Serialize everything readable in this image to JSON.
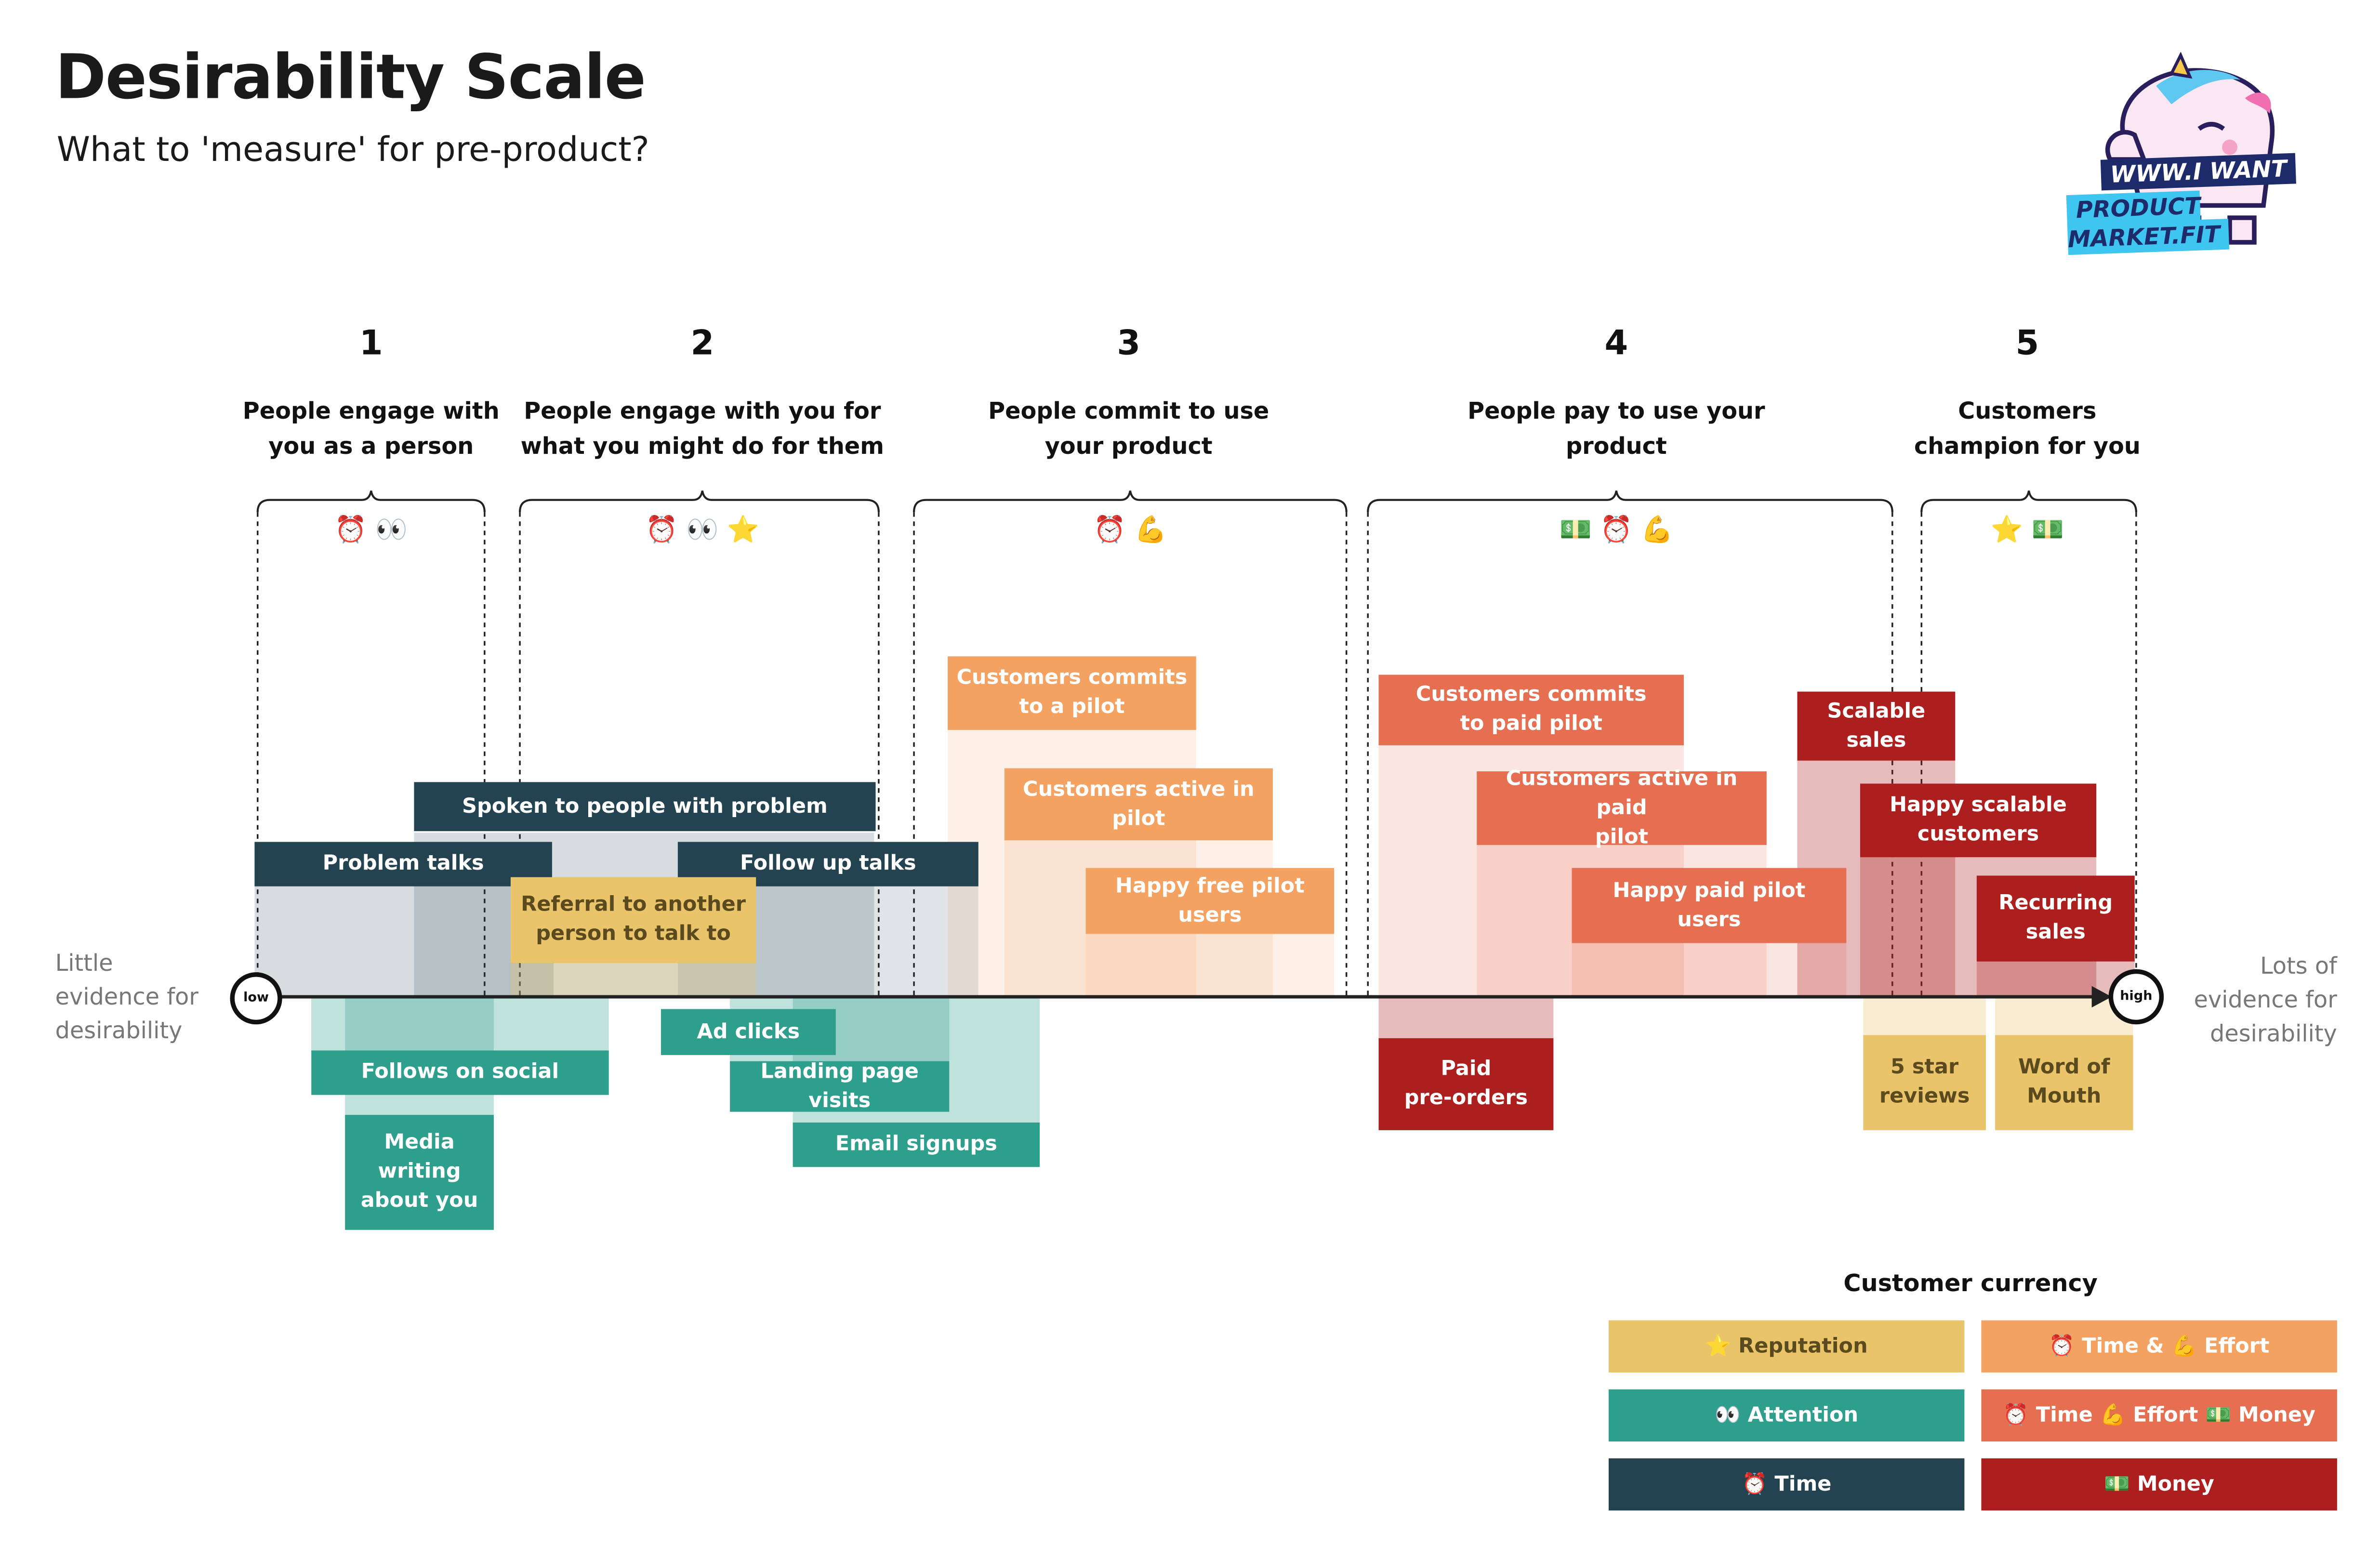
{
  "header": {
    "title": "Desirability Scale",
    "subtitle": "What to 'measure' for pre-product?"
  },
  "logo": {
    "line1": "WWW.I WANT",
    "line2": "PRODUCT MARKET.FIT",
    "icon": "unicorn-icon"
  },
  "stages": [
    {
      "number": "1",
      "label_line1": "People engage with",
      "label_line2": "you as a person",
      "icons": "⏰ 👀"
    },
    {
      "number": "2",
      "label_line1": "People engage with you for",
      "label_line2": "what you might do for them",
      "icons": "⏰ 👀 ⭐"
    },
    {
      "number": "3",
      "label_line1": "People commit to use",
      "label_line2": "your product",
      "icons": "⏰ 💪"
    },
    {
      "number": "4",
      "label_line1": "People pay to use your",
      "label_line2": "product",
      "icons": "💵 ⏰ 💪"
    },
    {
      "number": "5",
      "label_line1": "Customers",
      "label_line2": "champion for you",
      "icons": "⭐ 💵"
    }
  ],
  "axis": {
    "left_line1": "Little",
    "left_line2": "evidence for",
    "left_line3": "desirability",
    "right_line1": "Lots of",
    "right_line2": "evidence for",
    "right_line3": "desirability",
    "low": "low",
    "high": "high"
  },
  "activities": {
    "problem_talks": "Problem talks",
    "spoken_to_people": "Spoken to people with problem",
    "follow_up_talks": "Follow up talks",
    "referral_line1": "Referral to another",
    "referral_line2": "person to talk to",
    "follows_on_social": "Follows on social",
    "media_line1": "Media",
    "media_line2": "writing",
    "media_line3": "about you",
    "ad_clicks": "Ad clicks",
    "landing_page_visits": "Landing page visits",
    "email_signups": "Email signups",
    "commits_pilot_line1": "Customers commits",
    "commits_pilot_line2": "to a pilot",
    "active_pilot_line1": "Customers active in",
    "active_pilot_line2": "pilot",
    "happy_free_pilot": "Happy free pilot users",
    "commits_paid_line1": "Customers commits",
    "commits_paid_line2": "to paid pilot",
    "active_paid_line1": "Customers active in paid",
    "active_paid_line2": "pilot",
    "happy_paid_pilot": "Happy paid pilot users",
    "paid_preorders_line1": "Paid",
    "paid_preorders_line2": "pre-orders",
    "scalable_sales_line1": "Scalable",
    "scalable_sales_line2": "sales",
    "happy_scalable_line1": "Happy scalable",
    "happy_scalable_line2": "customers",
    "recurring_line1": "Recurring",
    "recurring_line2": "sales",
    "reviews_line1": "5 star",
    "reviews_line2": "reviews",
    "wom_line1": "Word of",
    "wom_line2": "Mouth"
  },
  "legend": {
    "title": "Customer currency",
    "items": [
      {
        "label": "⭐ Reputation",
        "color": "#e9c46a"
      },
      {
        "label": "⏰ Time & 💪 Effort",
        "color": "#f3a262"
      },
      {
        "label": "👀 Attention",
        "color": "#2e9e8d"
      },
      {
        "label": "⏰ Time 💪 Effort 💵 Money",
        "color": "#e76f51"
      },
      {
        "label": "⏰ Time",
        "color": "#244350"
      },
      {
        "label": "💵 Money",
        "color": "#ad1e1e"
      }
    ]
  },
  "colors": {
    "navy": "#244350",
    "teal": "#2e9e8d",
    "yellow": "#e9c46a",
    "orange": "#f3a262",
    "coral": "#e76f51",
    "red": "#ad1e1e"
  }
}
